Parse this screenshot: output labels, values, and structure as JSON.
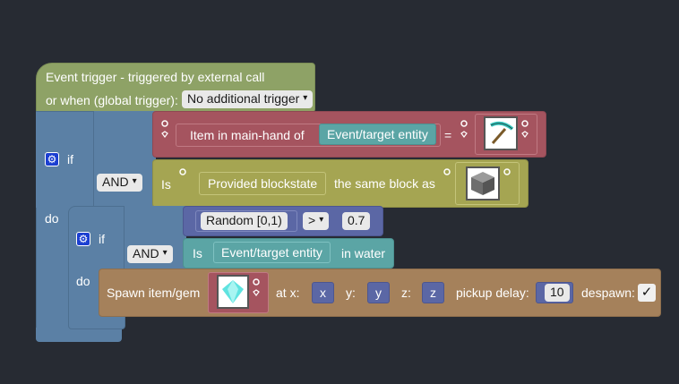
{
  "trigger": {
    "title": "Event trigger - triggered by external call",
    "global_label": "or when (global trigger):",
    "global_value": "No additional trigger"
  },
  "outer_if": {
    "if_label": "if",
    "do_label": "do",
    "operator": "AND",
    "cond1": {
      "label": "Item in main-hand of",
      "entity": "Event/target entity",
      "equals": "=",
      "item_icon": "diamond-pickaxe-icon"
    },
    "cond2": {
      "is": "Is",
      "blockstate": "Provided blockstate",
      "label": "the same block as",
      "block_icon": "stone-block-icon"
    }
  },
  "inner_if": {
    "if_label": "if",
    "do_label": "do",
    "operator": "AND",
    "cond1": {
      "random": "Random [0,1)",
      "comparator": ">",
      "value": "0.7"
    },
    "cond2": {
      "is": "Is",
      "entity": "Event/target entity",
      "label": "in water"
    }
  },
  "spawn": {
    "label": "Spawn item/gem",
    "item_icon": "diamond-gem-icon",
    "at_x_label": "at x:",
    "x": "x",
    "y_label": "y:",
    "y": "y",
    "z_label": "z:",
    "z": "z",
    "pickup_label": "pickup delay:",
    "pickup_value": "10",
    "despawn_label": "despawn:",
    "despawn_value": "✓"
  },
  "colors": {
    "background": "#272b33",
    "trigger_block": "#8ea266",
    "logic_block": "#5b80a5",
    "item_block": "#a5545f",
    "world_block": "#a5a552",
    "math_block": "#5b67a5",
    "entity_block": "#5ba5a5",
    "action_block": "#a5815b",
    "var_block": "#5b67a5"
  }
}
